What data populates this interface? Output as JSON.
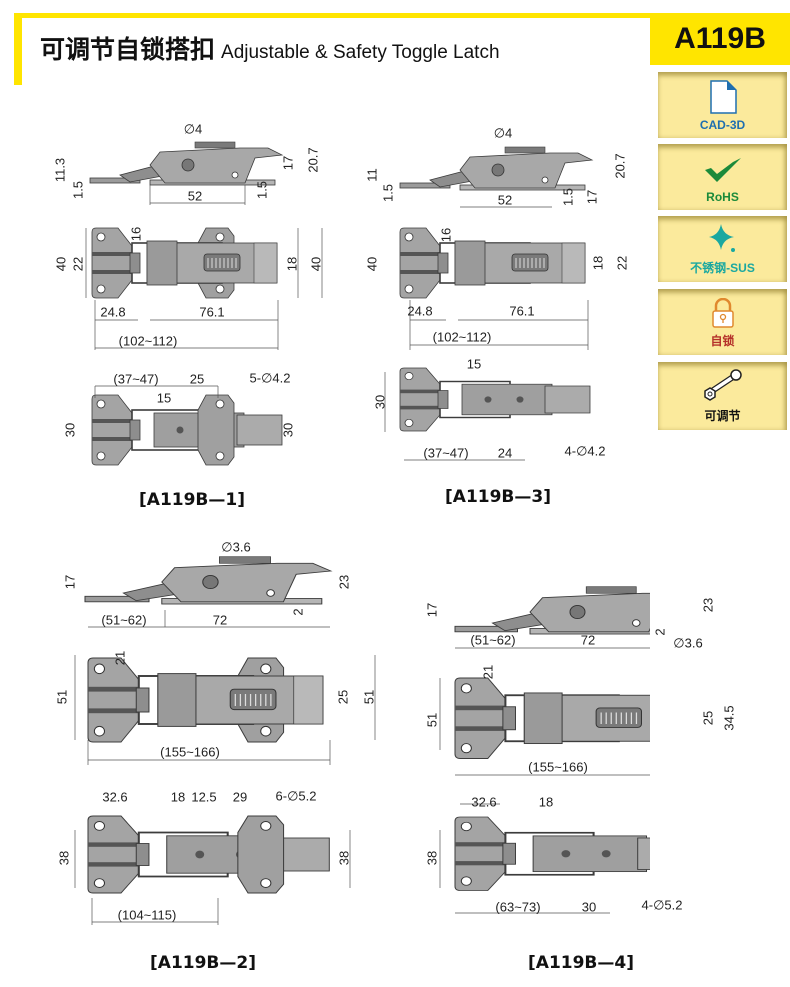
{
  "header": {
    "title_cn": "可调节自锁搭扣",
    "title_en": "Adjustable & Safety Toggle Latch",
    "model": "A119B"
  },
  "features": [
    {
      "label": "CAD-3D",
      "icon": "cad-file-icon",
      "color": "#1F6FB0"
    },
    {
      "label": "RoHS",
      "icon": "check-icon",
      "color": "#1B8A3A"
    },
    {
      "label": "不锈钢-SUS",
      "icon": "sparkle-icon",
      "color": "#1AA8A0"
    },
    {
      "label": "自锁",
      "icon": "lock-icon",
      "color": "#B5322A"
    },
    {
      "label": "可调节",
      "icon": "wrench-icon",
      "color": "#111111"
    }
  ],
  "colors": {
    "accent": "#FFE500",
    "feature_bg": "#FBEA9C",
    "part": "#9B9B9B",
    "outline": "#3C3C3C"
  },
  "variants": [
    {
      "caption": "[A119B—1]",
      "side": [
        "∅4",
        "11.3",
        "1.5",
        "52",
        "1.5",
        "17",
        "20.7"
      ],
      "top": [
        "40",
        "22",
        "16",
        "18",
        "40",
        "24.8",
        "76.1",
        "(102~112)"
      ],
      "bottom": [
        "(37~47)",
        "25",
        "5-∅4.2",
        "15",
        "30",
        "30"
      ]
    },
    {
      "caption": "[A119B—3]",
      "side": [
        "∅4",
        "11",
        "1.5",
        "52",
        "1.5",
        "17",
        "20.7"
      ],
      "top": [
        "16",
        "40",
        "18",
        "22",
        "24.8",
        "76.1",
        "(102~112)"
      ],
      "bottom": [
        "15",
        "30",
        "(37~47)",
        "24",
        "4-∅4.2"
      ]
    },
    {
      "caption": "[A119B—2]",
      "side": [
        "∅3.6",
        "17",
        "23",
        "(51~62)",
        "72",
        "2"
      ],
      "top": [
        "21",
        "51",
        "25",
        "51",
        "(155~166)"
      ],
      "bottom": [
        "32.6",
        "18",
        "12.5",
        "29",
        "6-∅5.2",
        "38",
        "38",
        "(104~115)"
      ]
    },
    {
      "caption": "[A119B—4]",
      "side": [
        "17",
        "23",
        "(51~62)",
        "72",
        "2",
        "∅3.6"
      ],
      "top": [
        "21",
        "51",
        "25",
        "34.5",
        "(155~166)"
      ],
      "bottom": [
        "32.6",
        "18",
        "38",
        "(63~73)",
        "30",
        "4-∅5.2"
      ]
    }
  ]
}
